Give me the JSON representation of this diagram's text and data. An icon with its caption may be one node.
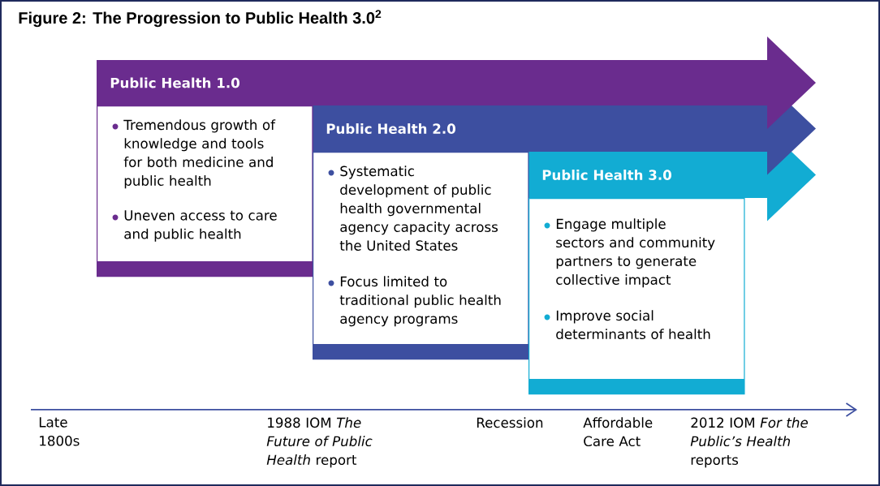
{
  "diagram": {
    "title": "Figure 2: The Progression to Public Health 3.0$^{2}$",
    "nodes": [
      {
        "text": [
          "Public Health 1.0",
          "Tremendous growth of knowledge and tools for both medicine and public health",
          "Uneven access to care and public health"
        ]
      },
      {
        "text": [
          "Public Health 2.0",
          "Systematic development of public health governmental agency capacity across the United States",
          "Focus limited to traditional public health agency programs"
        ]
      },
      {
        "text": [
          "Public Health 3.0",
          "Engage multiple sectors and community partners to generate collective impact",
          "Improve social determinants of health"
        ]
      }
    ],
    "labels": [
      "Late 1800s",
      "1988 IOM *The Future of Public Health* report",
      "Recession",
      "Affordable Care Act",
      "2012 IOM *For the Public’s Health* reports"
    ]
  }
}
